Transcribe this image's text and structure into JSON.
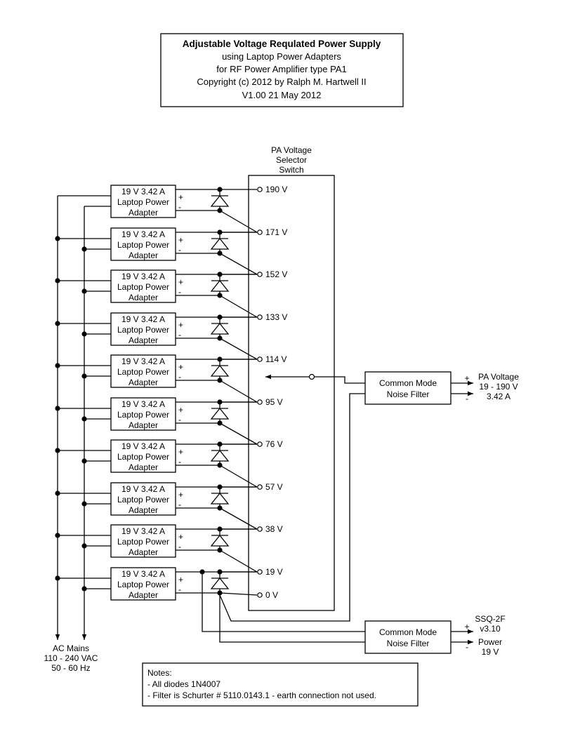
{
  "title": {
    "line1": "Adjustable Voltage Requlated Power Supply",
    "line2": "using Laptop Power Adapters",
    "line3": "for RF Power Amplifier type PA1",
    "line4": "Copyright (c) 2012 by Ralph M. Hartwell II",
    "line5": "V1.00  21 May 2012"
  },
  "selector": {
    "label1": "PA Voltage",
    "label2": "Selector",
    "label3": "Switch",
    "taps": [
      "190 V",
      "171 V",
      "152 V",
      "133 V",
      "114 V",
      "95 V",
      "76 V",
      "57 V",
      "38 V",
      "19 V",
      "0 V"
    ]
  },
  "adapter": {
    "line1": "19 V 3.42 A",
    "line2": "Laptop Power",
    "line3": "Adapter",
    "plus": "+",
    "minus": "-",
    "count": 10
  },
  "filter": {
    "line1": "Common Mode",
    "line2": "Noise Filter"
  },
  "pa_output": {
    "plus": "+",
    "minus": "-",
    "line1": "PA Voltage",
    "line2": "19 - 190 V",
    "line3": "3.42 A"
  },
  "ssq_output": {
    "plus": "+",
    "minus": "-",
    "line1": "SSQ-2F",
    "line2": "v3.10",
    "line3": "Power",
    "line4": "19 V"
  },
  "mains": {
    "line1": "AC Mains",
    "line2": "110 - 240 VAC",
    "line3": "50 - 60 Hz"
  },
  "notes": {
    "heading": "Notes:",
    "line1": "- All diodes 1N4007",
    "line2": "- Filter is Schurter # 5110.0143.1 - earth connection not used."
  }
}
